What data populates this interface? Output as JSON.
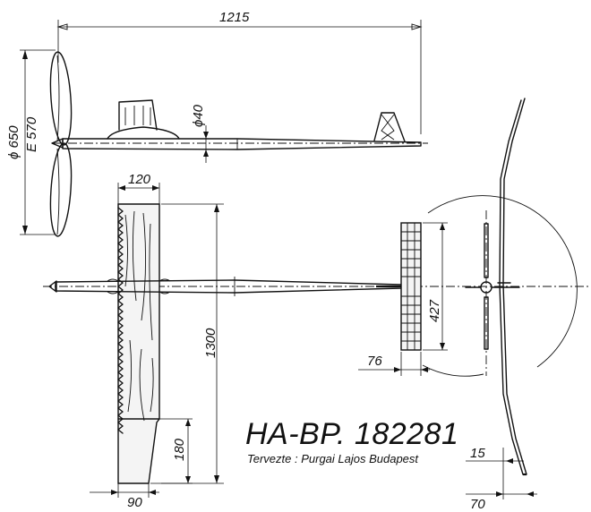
{
  "drawing": {
    "title": "HA-BP. 182281",
    "credit": "Tervezte : Purgai Lajos   Budapest"
  },
  "dimensions": {
    "overall_length": "1215",
    "prop_diameter": "ϕ 650",
    "prop_pitch": "E 570",
    "fuselage_diameter": "ϕ40",
    "wing_root_chord": "120",
    "wing_span": "1300",
    "wing_tip_length": "180",
    "wing_tip_chord": "90",
    "stab_span": "427",
    "stab_chord": "76",
    "dihedral_a": "15",
    "dihedral_b": "70"
  }
}
